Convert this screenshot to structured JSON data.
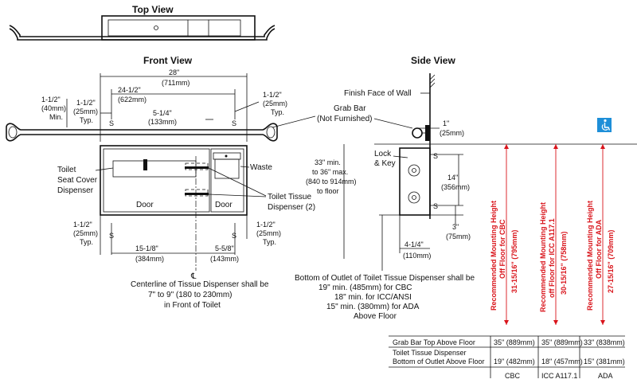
{
  "views": {
    "top": "Top View",
    "front": "Front View",
    "side": "Side View"
  },
  "front": {
    "dim_28": "28\"",
    "dim_28_mm": "(711mm)",
    "dim_24": "24-1/2\"",
    "dim_24_mm": "(622mm)",
    "dim_15": "1-1/2\"",
    "dim_15_mm": "(40mm)",
    "dim_15_min": "Min.",
    "dim_15_typ_l": "1-1/2\"",
    "dim_15_typ_l_mm": "(25mm)",
    "typ": "Typ.",
    "dim_5q": "5-1/4\"",
    "dim_5q_mm": "(133mm)",
    "dim_15_typ_r": "1-1/2\"",
    "dim_15_typ_r_mm": "(25mm)",
    "s": "S",
    "toilet_seat_1": "Toilet",
    "toilet_seat_2": "Seat Cover",
    "toilet_seat_3": "Dispenser",
    "waste": "Waste",
    "door": "Door",
    "tissue_1": "Toilet Tissue",
    "tissue_2": "Dispenser (2)",
    "dim_bl": "1-1/2\"",
    "dim_bl_mm": "(25mm)",
    "dim_br": "1-1/2\"",
    "dim_br_mm": "(25mm)",
    "dim_15e": "15-1/8\"",
    "dim_15e_mm": "(384mm)",
    "dim_55": "5-5/8\"",
    "dim_55_mm": "(143mm)",
    "cl": "℄",
    "note_1": "Centerline of Tissue Dispenser shall be",
    "note_2": "7\" to 9\" (180 to 230mm)",
    "note_3": "in Front of Toilet"
  },
  "side": {
    "finish": "Finish Face of Wall",
    "grab_1": "Grab Bar",
    "grab_2": "(Not Furnished)",
    "d1": "1\"",
    "d1_mm": "(25mm)",
    "lock_1": "Lock",
    "lock_2": "& Key",
    "min33_1": "33\" min.",
    "min33_2": "to 36\" max.",
    "min33_3": "(840 to 914mm)",
    "min33_4": "to floor",
    "d14": "14\"",
    "d14_mm": "(356mm)",
    "d3": "3\"",
    "d3_mm": "(75mm)",
    "d4": "4-1/4\"",
    "d4_mm": "(110mm)",
    "s": "S",
    "b_1": "Bottom of Outlet of Toilet Tissue Dispenser shall be",
    "b_2": "19\" min. (485mm) for CBC",
    "b_3": "18\" min. for ICC/ANSI",
    "b_4": "15\" min. (380mm) for ADA",
    "b_5": "Above Floor"
  },
  "heights": {
    "cbc_1": "Recommended Mounting Height",
    "cbc_2": "Off Floor for CBC",
    "cbc_3": "31-15/16\" (795mm)",
    "icc_1": "Recommended Mounting Height",
    "icc_2": "off Floor for ICC A117.1",
    "icc_3": "30-15/16\" (758mm)",
    "ada_1": "Recommended Mounting Height",
    "ada_2": "Off Floor for ADA",
    "ada_3": "27-15/16\" (709mm)"
  },
  "table": {
    "row1": "Grab Bar Top Above Floor",
    "row2a": "Toilet Tissue Dispenser",
    "row2b": "Bottom of Outlet Above Floor",
    "cbc_r1": "35\" (889mm)",
    "icc_r1": "35\" (889mm)",
    "ada_r1": "33\" (838mm)",
    "cbc_r2": "19\" (482mm)",
    "icc_r2": "18\" (457mm)",
    "ada_r2": "15\" (381mm)",
    "col_cbc": "CBC",
    "col_icc": "ICC A117.1",
    "col_ada": "ADA"
  },
  "colors": {
    "red": "#d9141b",
    "accessibility_blue": "#1e8fd8"
  },
  "icons": {
    "accessibility": "wheelchair-icon"
  }
}
